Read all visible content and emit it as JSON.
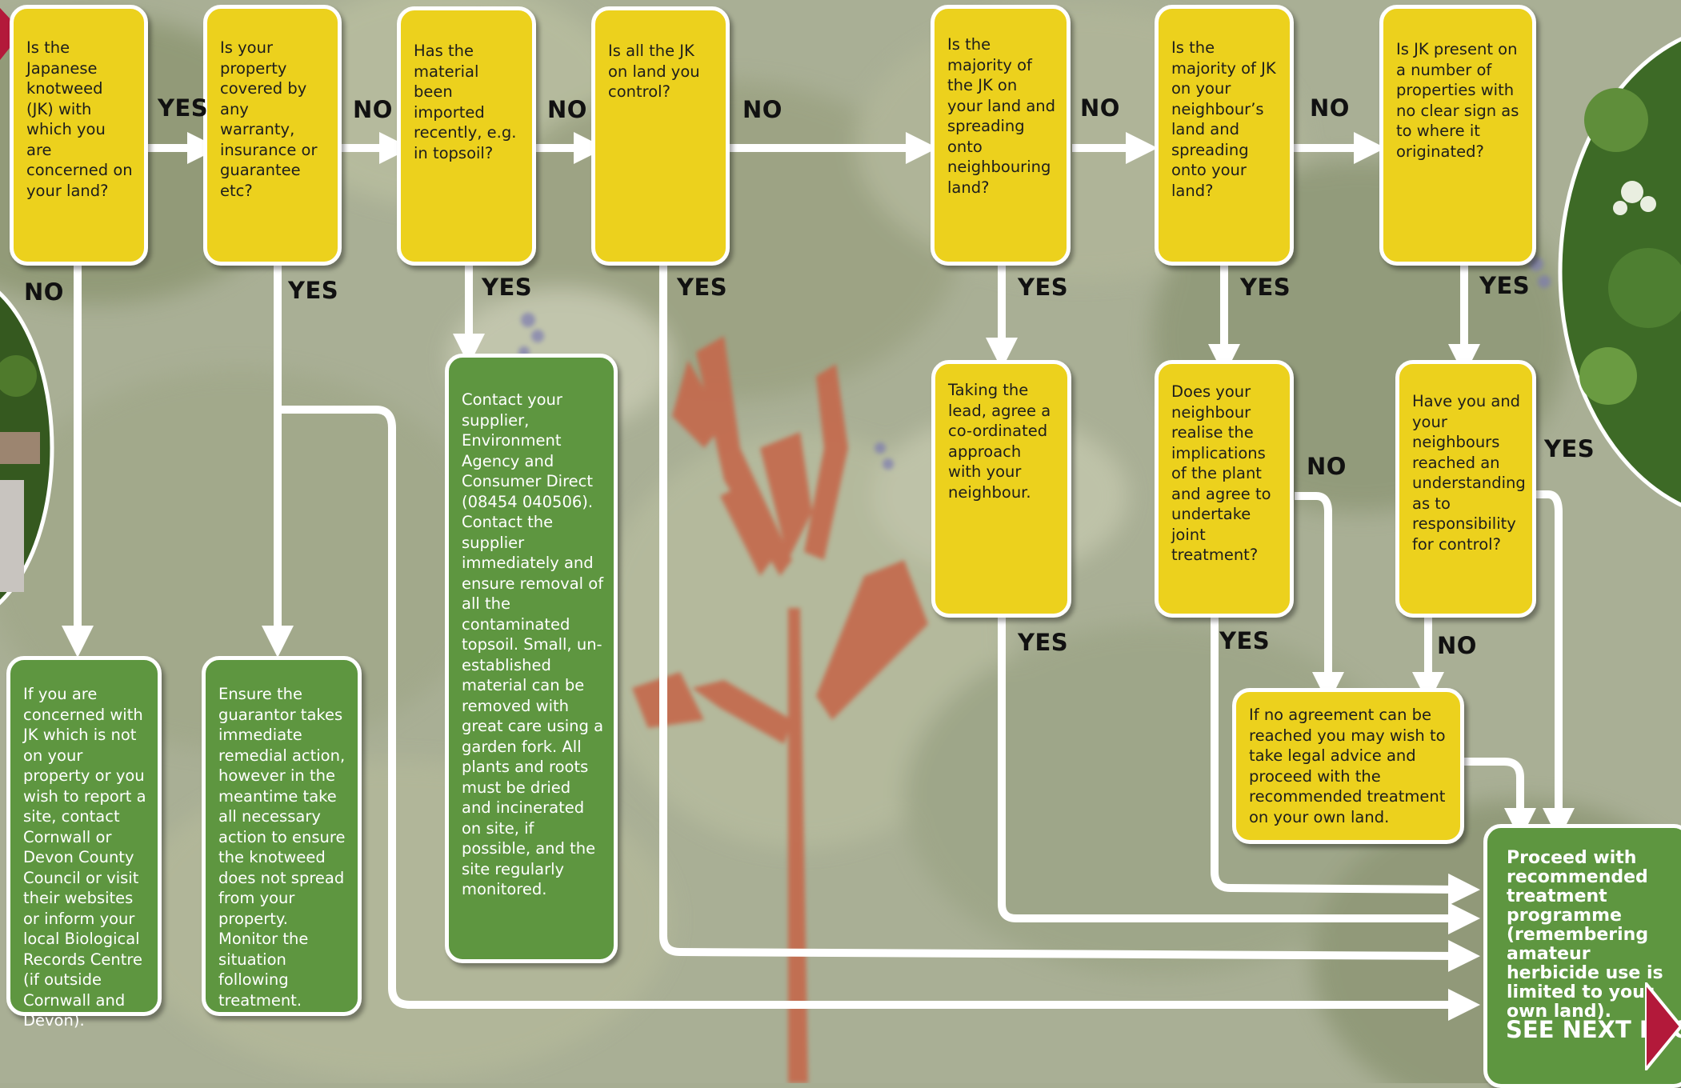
{
  "colors": {
    "question_box": "#ecd11d",
    "action_box": "#5e9640",
    "connector": "#ffffff",
    "plant_silhouette": "#c46a4e",
    "page_arrow": "#b3193a"
  },
  "questions": {
    "q1": "Is the Japanese knotweed (JK) with which you are concerned on your land?",
    "q2": "Is your property covered by any warranty, insurance or guarantee etc?",
    "q3": "Has the material been imported recently, e.g. in topsoil?",
    "q4": "Is all the JK on land you control?",
    "q5": "Is the majority of the JK on your land and spreading onto neighbouring land?",
    "q6": "Is the majority of JK on your neighbour’s land and spreading onto your land?",
    "q7": "Is JK present on a number of properties with no clear sign as to where it originated?",
    "q8": "Taking the lead, agree a co-ordinated approach with your neighbour.",
    "q9": "Does your neighbour realise the implications of the plant and agree to undertake joint treatment?",
    "q10": "Have you and your neighbours reached an understanding as to responsibility for control?",
    "q11": "If no agreement can be reached you may wish to take legal advice and proceed with the recommended treatment on your own land."
  },
  "actions": {
    "a1": "If you are concerned with JK which is not on your property or you wish to report a site, contact Cornwall or Devon County Council or visit their websites or inform your local Biological Records Centre (if outside Cornwall and Devon).",
    "a2": "Ensure the guarantor takes immediate remedial action, however in the meantime take all necessary action to ensure the knotweed does not spread from your property. Monitor the situation following treatment.",
    "a3": "Contact your supplier, Environment Agency and Consumer Direct (08454 040506). Contact the supplier immediately and ensure removal of all the contaminated topsoil. Small, un-established material can be removed with great care using a garden fork.  All plants and roots must be dried and incinerated on site, if possible, and the site regularly monitored.",
    "final": "Proceed with recommended treatment programme (remembering amateur herbicide use is limited to your own land).",
    "see_next": "SEE NEXT PAGE"
  },
  "labels": {
    "yes": "YES",
    "no": "NO"
  }
}
